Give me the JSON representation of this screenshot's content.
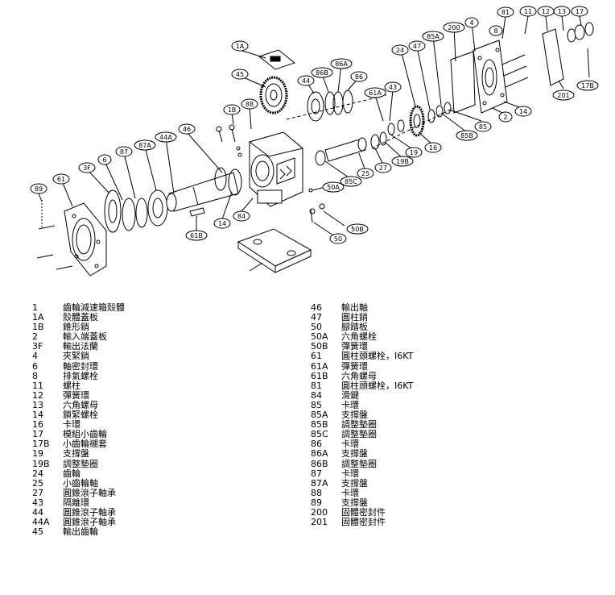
{
  "callouts": [
    "1A",
    "45",
    "44",
    "86B",
    "86A",
    "86",
    "24",
    "47",
    "85A",
    "200",
    "4",
    "81",
    "11",
    "12",
    "13",
    "17",
    "8",
    "17B",
    "201",
    "14",
    "2",
    "85",
    "85B",
    "16",
    "19",
    "19B",
    "27",
    "25",
    "85C",
    "43",
    "61A",
    "1B",
    "88",
    "46",
    "44A",
    "87A",
    "87",
    "6",
    "3F",
    "61",
    "89",
    "14",
    "84",
    "61B",
    "50A",
    "50B",
    "50"
  ],
  "parts_left": [
    {
      "num": "1",
      "desc": "齒輪減速箱殼體"
    },
    {
      "num": "1A",
      "desc": "殼體蓋板"
    },
    {
      "num": "1B",
      "desc": "錐形銷"
    },
    {
      "num": "2",
      "desc": "輸入端蓋板"
    },
    {
      "num": "3F",
      "desc": "輸出法蘭"
    },
    {
      "num": "4",
      "desc": "夾緊銷"
    },
    {
      "num": "6",
      "desc": "軸密封環"
    },
    {
      "num": "8",
      "desc": "排氣螺栓"
    },
    {
      "num": "11",
      "desc": "螺柱"
    },
    {
      "num": "12",
      "desc": "彈簧環"
    },
    {
      "num": "13",
      "desc": "六角螺母"
    },
    {
      "num": "14",
      "desc": "鎖緊螺栓"
    },
    {
      "num": "16",
      "desc": "卡環"
    },
    {
      "num": "17",
      "desc": "模組小齒輪"
    },
    {
      "num": "17B",
      "desc": "小齒輪襯套"
    },
    {
      "num": "19",
      "desc": "支撐盤"
    },
    {
      "num": "19B",
      "desc": "調整墊圈"
    },
    {
      "num": "24",
      "desc": "齒輪"
    },
    {
      "num": "25",
      "desc": "小齒輪軸"
    },
    {
      "num": "27",
      "desc": "圓錐滾子軸承"
    },
    {
      "num": "43",
      "desc": "隔離環"
    },
    {
      "num": "44",
      "desc": "圓錐滾子軸承"
    },
    {
      "num": "44A",
      "desc": "圓錐滾子軸承"
    },
    {
      "num": "45",
      "desc": "輸出齒輪"
    }
  ],
  "parts_right": [
    {
      "num": "46",
      "desc": "輸出軸"
    },
    {
      "num": "47",
      "desc": "圓柱銷"
    },
    {
      "num": "50",
      "desc": "腳踏板"
    },
    {
      "num": "50A",
      "desc": "六角螺栓"
    },
    {
      "num": "50B",
      "desc": "彈簧環"
    },
    {
      "num": "61",
      "desc": "圓柱頭螺栓，I6KT"
    },
    {
      "num": "61A",
      "desc": "彈簧環"
    },
    {
      "num": "61B",
      "desc": "六角螺母"
    },
    {
      "num": "81",
      "desc": "圓柱頭螺栓，I6KT"
    },
    {
      "num": "84",
      "desc": "滑鍵"
    },
    {
      "num": "85",
      "desc": "卡環"
    },
    {
      "num": "85A",
      "desc": "支撐盤"
    },
    {
      "num": "85B",
      "desc": "調整墊圈"
    },
    {
      "num": "85C",
      "desc": "調整墊圈"
    },
    {
      "num": "86",
      "desc": "卡環"
    },
    {
      "num": "86A",
      "desc": "支撐盤"
    },
    {
      "num": "86B",
      "desc": "調整墊圈"
    },
    {
      "num": "87",
      "desc": "卡環"
    },
    {
      "num": "87A",
      "desc": "支撐盤"
    },
    {
      "num": "88",
      "desc": "卡環"
    },
    {
      "num": "89",
      "desc": "支撐盤"
    },
    {
      "num": "200",
      "desc": "固體密封件"
    },
    {
      "num": "201",
      "desc": "固體密封件"
    }
  ]
}
